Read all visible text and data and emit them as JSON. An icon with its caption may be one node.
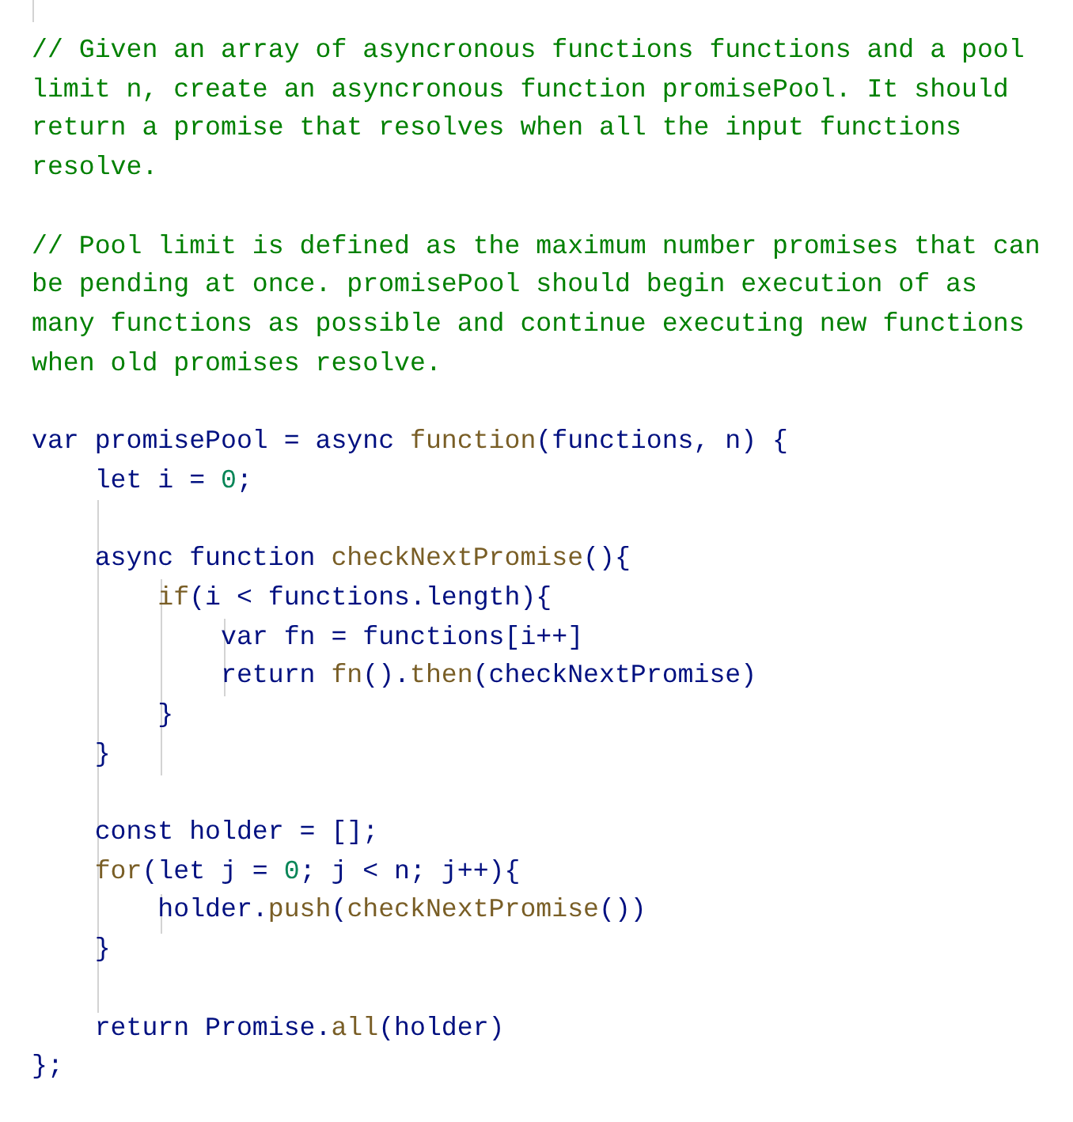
{
  "diagram": {
    "labels": [
      "// Given an array of asyncronous functions functions and a pool limit n, create an asyncronous function promisePool. It should return a promise that resolves when all the input functions resolve.",
      "// Pool limit is defined as the maximum number promises that can be pending at once. promisePool should begin execution of as many functions as possible and continue executing new functions when old promises resolve.",
      "var promisePool = async function(functions, n) {",
      "    let i = 0;",
      "    async function checkNextPromise(){",
      "        if(i < functions.length){",
      "            var fn = functions[i++]",
      "            return fn().then(checkNextPromise)",
      "        }",
      "    }",
      "    const holder = [];",
      "    for(let j = 0; j < n; j++){",
      "        holder.push(checkNextPromise())",
      "    }",
      "    return Promise.all(holder)",
      "};"
    ]
  }
}
